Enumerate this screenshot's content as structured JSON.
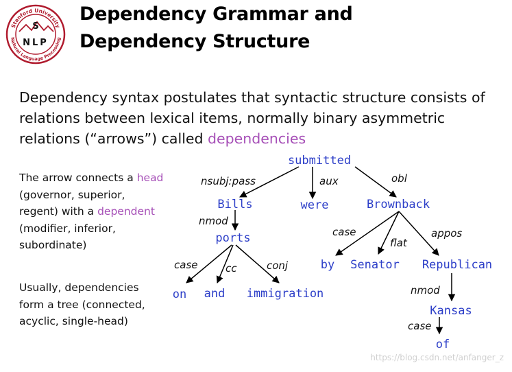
{
  "logo": {
    "top_text": "Stanford University",
    "letters": "NLP",
    "bottom_text": "Natural Language Processing"
  },
  "title": {
    "line1": "Dependency Grammar and",
    "line2": "Dependency Structure"
  },
  "intro": {
    "text": "Dependency syntax postulates that syntactic structure consists of relations between lexical items, normally binary asymmetric relations (“arrows”) called ",
    "highlight": "dependencies"
  },
  "sidebar": {
    "p1_a": "The arrow connects a ",
    "p1_head": "head",
    "p1_b": " (governor, superior, regent) with a ",
    "p1_dependent": "dependent",
    "p1_c": " (modifier, inferior, subordinate)",
    "p2": "Usually, dependencies form a tree (connected, acyclic, single-head)"
  },
  "tree": {
    "words": {
      "submitted": "submitted",
      "bills": "Bills",
      "were": "were",
      "brownback": "Brownback",
      "ports": "ports",
      "on": "on",
      "and": "and",
      "immigration": "immigration",
      "by": "by",
      "senator": "Senator",
      "republican": "Republican",
      "kansas": "Kansas",
      "of": "of"
    },
    "labels": {
      "nsubj_pass": "nsubj:pass",
      "aux": "aux",
      "obl": "obl",
      "nmod1": "nmod",
      "case1": "case",
      "cc": "cc",
      "conj": "conj",
      "case2": "case",
      "flat": "flat",
      "appos": "appos",
      "nmod2": "nmod",
      "case3": "case"
    }
  },
  "watermark": "https://blog.csdn.net/anfanger_z",
  "colors": {
    "word": "#2c3ec8",
    "highlight": "#a64fb7",
    "logo": "#b01b2e"
  }
}
